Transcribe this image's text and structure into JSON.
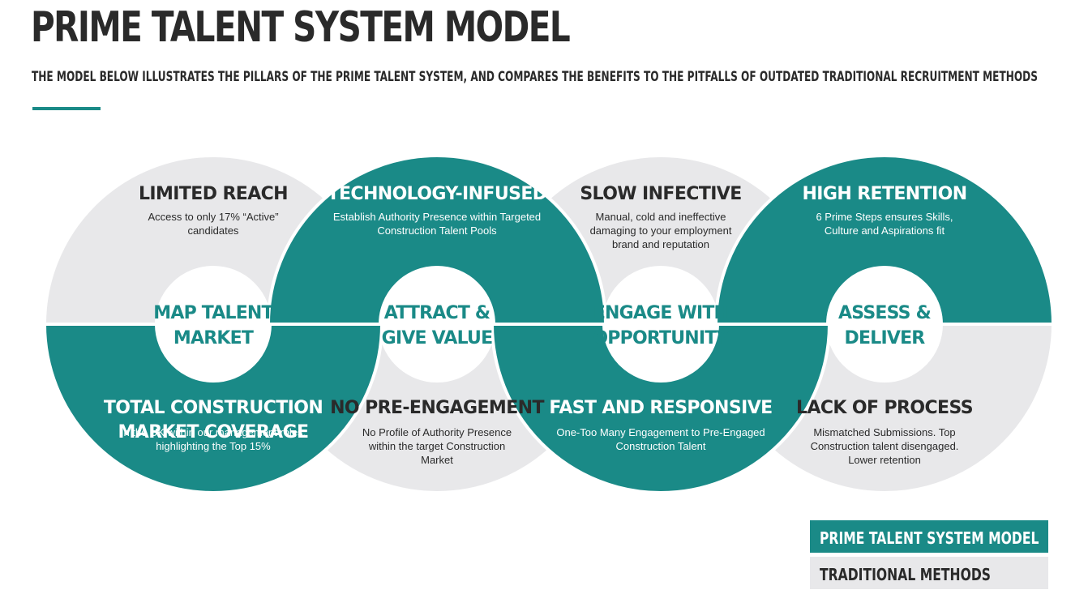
{
  "title": "PRIME TALENT SYSTEM MODEL",
  "subtitle": "THE MODEL BELOW ILLUSTRATES THE PILLARS OF THE PRIME TALENT SYSTEM, AND COMPARES THE BENEFITS TO THE PITFALLS OF OUTDATED TRADITIONAL RECRUITMENT METHODS",
  "colors": {
    "prime": "#1a8a87",
    "traditional": "#e8e8ea",
    "dark_text": "#2a2a2a"
  },
  "pillars": [
    {
      "center": [
        "MAP TALENT",
        "MARKET"
      ],
      "prime": {
        "heading": [
          "TOTAL CONSTRUCTION",
          "MARKET COVERAGE"
        ],
        "body": [
          "In the UK within our management roles,",
          "highlighting the Top 15%"
        ]
      },
      "traditional": {
        "heading": [
          "LIMITED REACH"
        ],
        "body": [
          "Access to only 17% “Active”",
          "candidates"
        ]
      }
    },
    {
      "center": [
        "ATTRACT &",
        "GIVE VALUE"
      ],
      "prime": {
        "heading": [
          "TECHNOLOGY-INFUSED"
        ],
        "body": [
          "Establish Authority Presence within Targeted",
          "Construction Talent Pools"
        ]
      },
      "traditional": {
        "heading": [
          "NO PRE-ENGAGEMENT"
        ],
        "body": [
          "No Profile of Authority Presence",
          "within the target Construction",
          "Market"
        ]
      }
    },
    {
      "center": [
        "ENGAGE WITH",
        "OPPORTUNITY"
      ],
      "prime": {
        "heading": [
          "FAST AND RESPONSIVE"
        ],
        "body": [
          "One-Too Many Engagement to Pre-Engaged",
          "Construction Talent"
        ]
      },
      "traditional": {
        "heading": [
          "SLOW INFECTIVE"
        ],
        "body": [
          "Manual, cold and ineffective",
          "damaging to your employment",
          "brand and reputation"
        ]
      }
    },
    {
      "center": [
        "ASSESS &",
        "DELIVER"
      ],
      "prime": {
        "heading": [
          "HIGH RETENTION"
        ],
        "body": [
          "6 Prime Steps ensures Skills,",
          "Culture and Aspirations fit"
        ]
      },
      "traditional": {
        "heading": [
          "LACK OF PROCESS"
        ],
        "body": [
          "Mismatched Submissions. Top",
          "Construction talent disengaged.",
          "Lower retention"
        ]
      }
    }
  ],
  "legend": [
    {
      "label": "PRIME TALENT SYSTEM MODEL",
      "style": "prime"
    },
    {
      "label": "TRADITIONAL METHODS",
      "style": "traditional"
    }
  ]
}
